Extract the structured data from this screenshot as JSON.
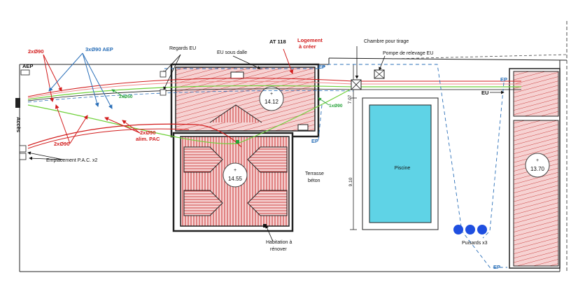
{
  "labels": {
    "aep_left": "AEP",
    "acces": "Accès",
    "red_2x90_top": "2xØ90",
    "blue_3x90_aep": "3xØ90 AEP",
    "regards_eu": "Regards EU",
    "eu_sous_dalle": "EU sous dalle",
    "at118": "AT 118",
    "logement_line1": "Logement",
    "logement_line2": "à créer",
    "chambre_tirage": "Chambre pour tirage",
    "pompe_relevage": "Pompe de relevage EU",
    "ep_top": "EP",
    "ep_right_top": "EP",
    "eu_right": "EU",
    "green_2x50": "2xØ50",
    "green_1x90": "1xØ90",
    "dim_707": "7.07",
    "ep_mid": "EP",
    "red_2x90_mid": "2xØ90",
    "red_alim_line1": "2xØ90",
    "red_alim_line2": "alim. PAC",
    "emplacement_pac": "Emplacement P.A.C. x2",
    "terrasse_line1": "Terrasse",
    "terrasse_line2": "béton",
    "dim_910": "9.10",
    "piscine": "Piscine",
    "habitation_line1": "Habitation à",
    "habitation_line2": "rénover",
    "puisards": "Puisards x3",
    "ep_bottom": "EP"
  },
  "elevations": {
    "logement": "14.12",
    "habitation": "14.55",
    "right_strip": "13.70"
  },
  "colors": {
    "red": "#d21c1c",
    "blue": "#2a6fb8",
    "green": "#6fd13a",
    "pool": "#5fd3e6",
    "roof": "#f2b8b8",
    "puisard": "#1f4fe0"
  }
}
